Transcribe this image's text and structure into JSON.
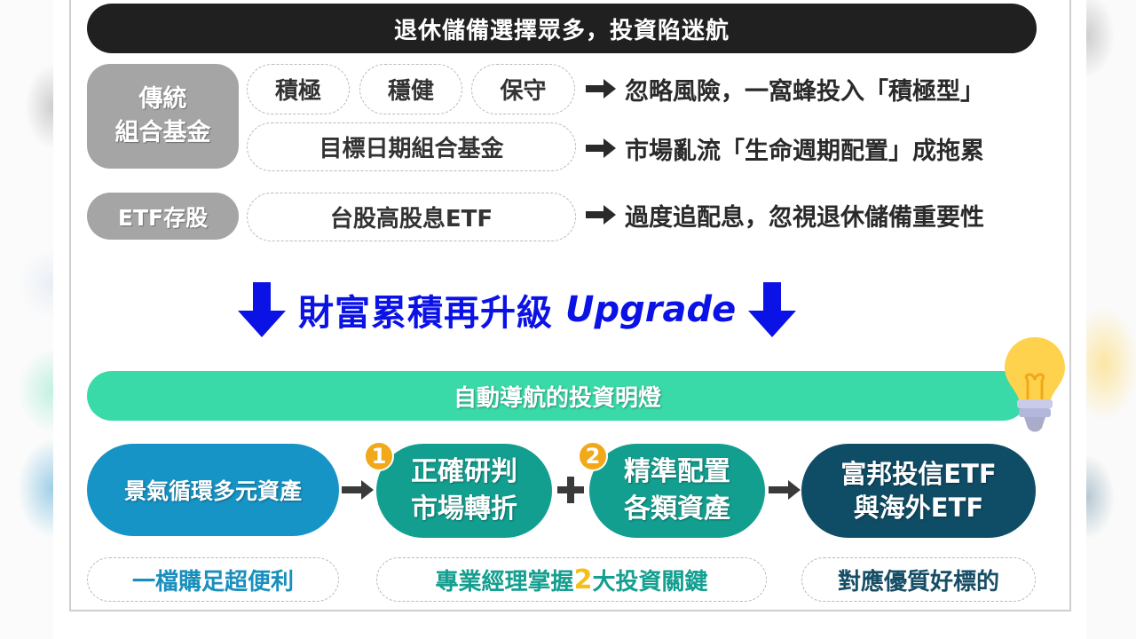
{
  "header": {
    "title": "退休儲備選擇眾多，投資陷迷航"
  },
  "problems": {
    "traditional_label_line1": "傳統",
    "traditional_label_line2": "組合基金",
    "etf_label": "ETF存股",
    "options": {
      "aggressive": "積極",
      "balanced": "穩健",
      "conservative": "保守",
      "target_date": "目標日期組合基金",
      "high_dividend": "台股高股息ETF"
    },
    "results": [
      "忽略風險，一窩蜂投入「積極型」",
      "市場亂流「生命週期配置」成拖累",
      "過度追配息，忽視退休儲備重要性"
    ]
  },
  "upgrade": {
    "text": "財富累積再升級",
    "english": "Upgrade"
  },
  "solution": {
    "banner": "自動導航的投資明燈",
    "flow": {
      "cycle": "景氣循環多元資產",
      "judge_line1": "正確研判",
      "judge_line2": "市場轉折",
      "alloc_line1": "精準配置",
      "alloc_line2": "各類資產",
      "etf_line1": "富邦投信ETF",
      "etf_line2": "與海外ETF"
    },
    "badges": [
      "1",
      "2"
    ],
    "footer": {
      "one_stop": "一檔購足超便利",
      "manager_prefix": "專業經理掌握",
      "manager_num": "2",
      "manager_suffix": "大投資關鍵",
      "targets": "對應優質好標的"
    }
  },
  "colors": {
    "title_bg": "#202020",
    "gray_tag": "#a5a5a5",
    "upgrade_blue": "#0b12e6",
    "banner_green": "#3ad9a8",
    "cycle_blue": "#1694c6",
    "teal": "#139f90",
    "dark_teal": "#0f4d66",
    "badge_orange": "#f1a91a",
    "bulb_yellow": "#ffd24d"
  }
}
